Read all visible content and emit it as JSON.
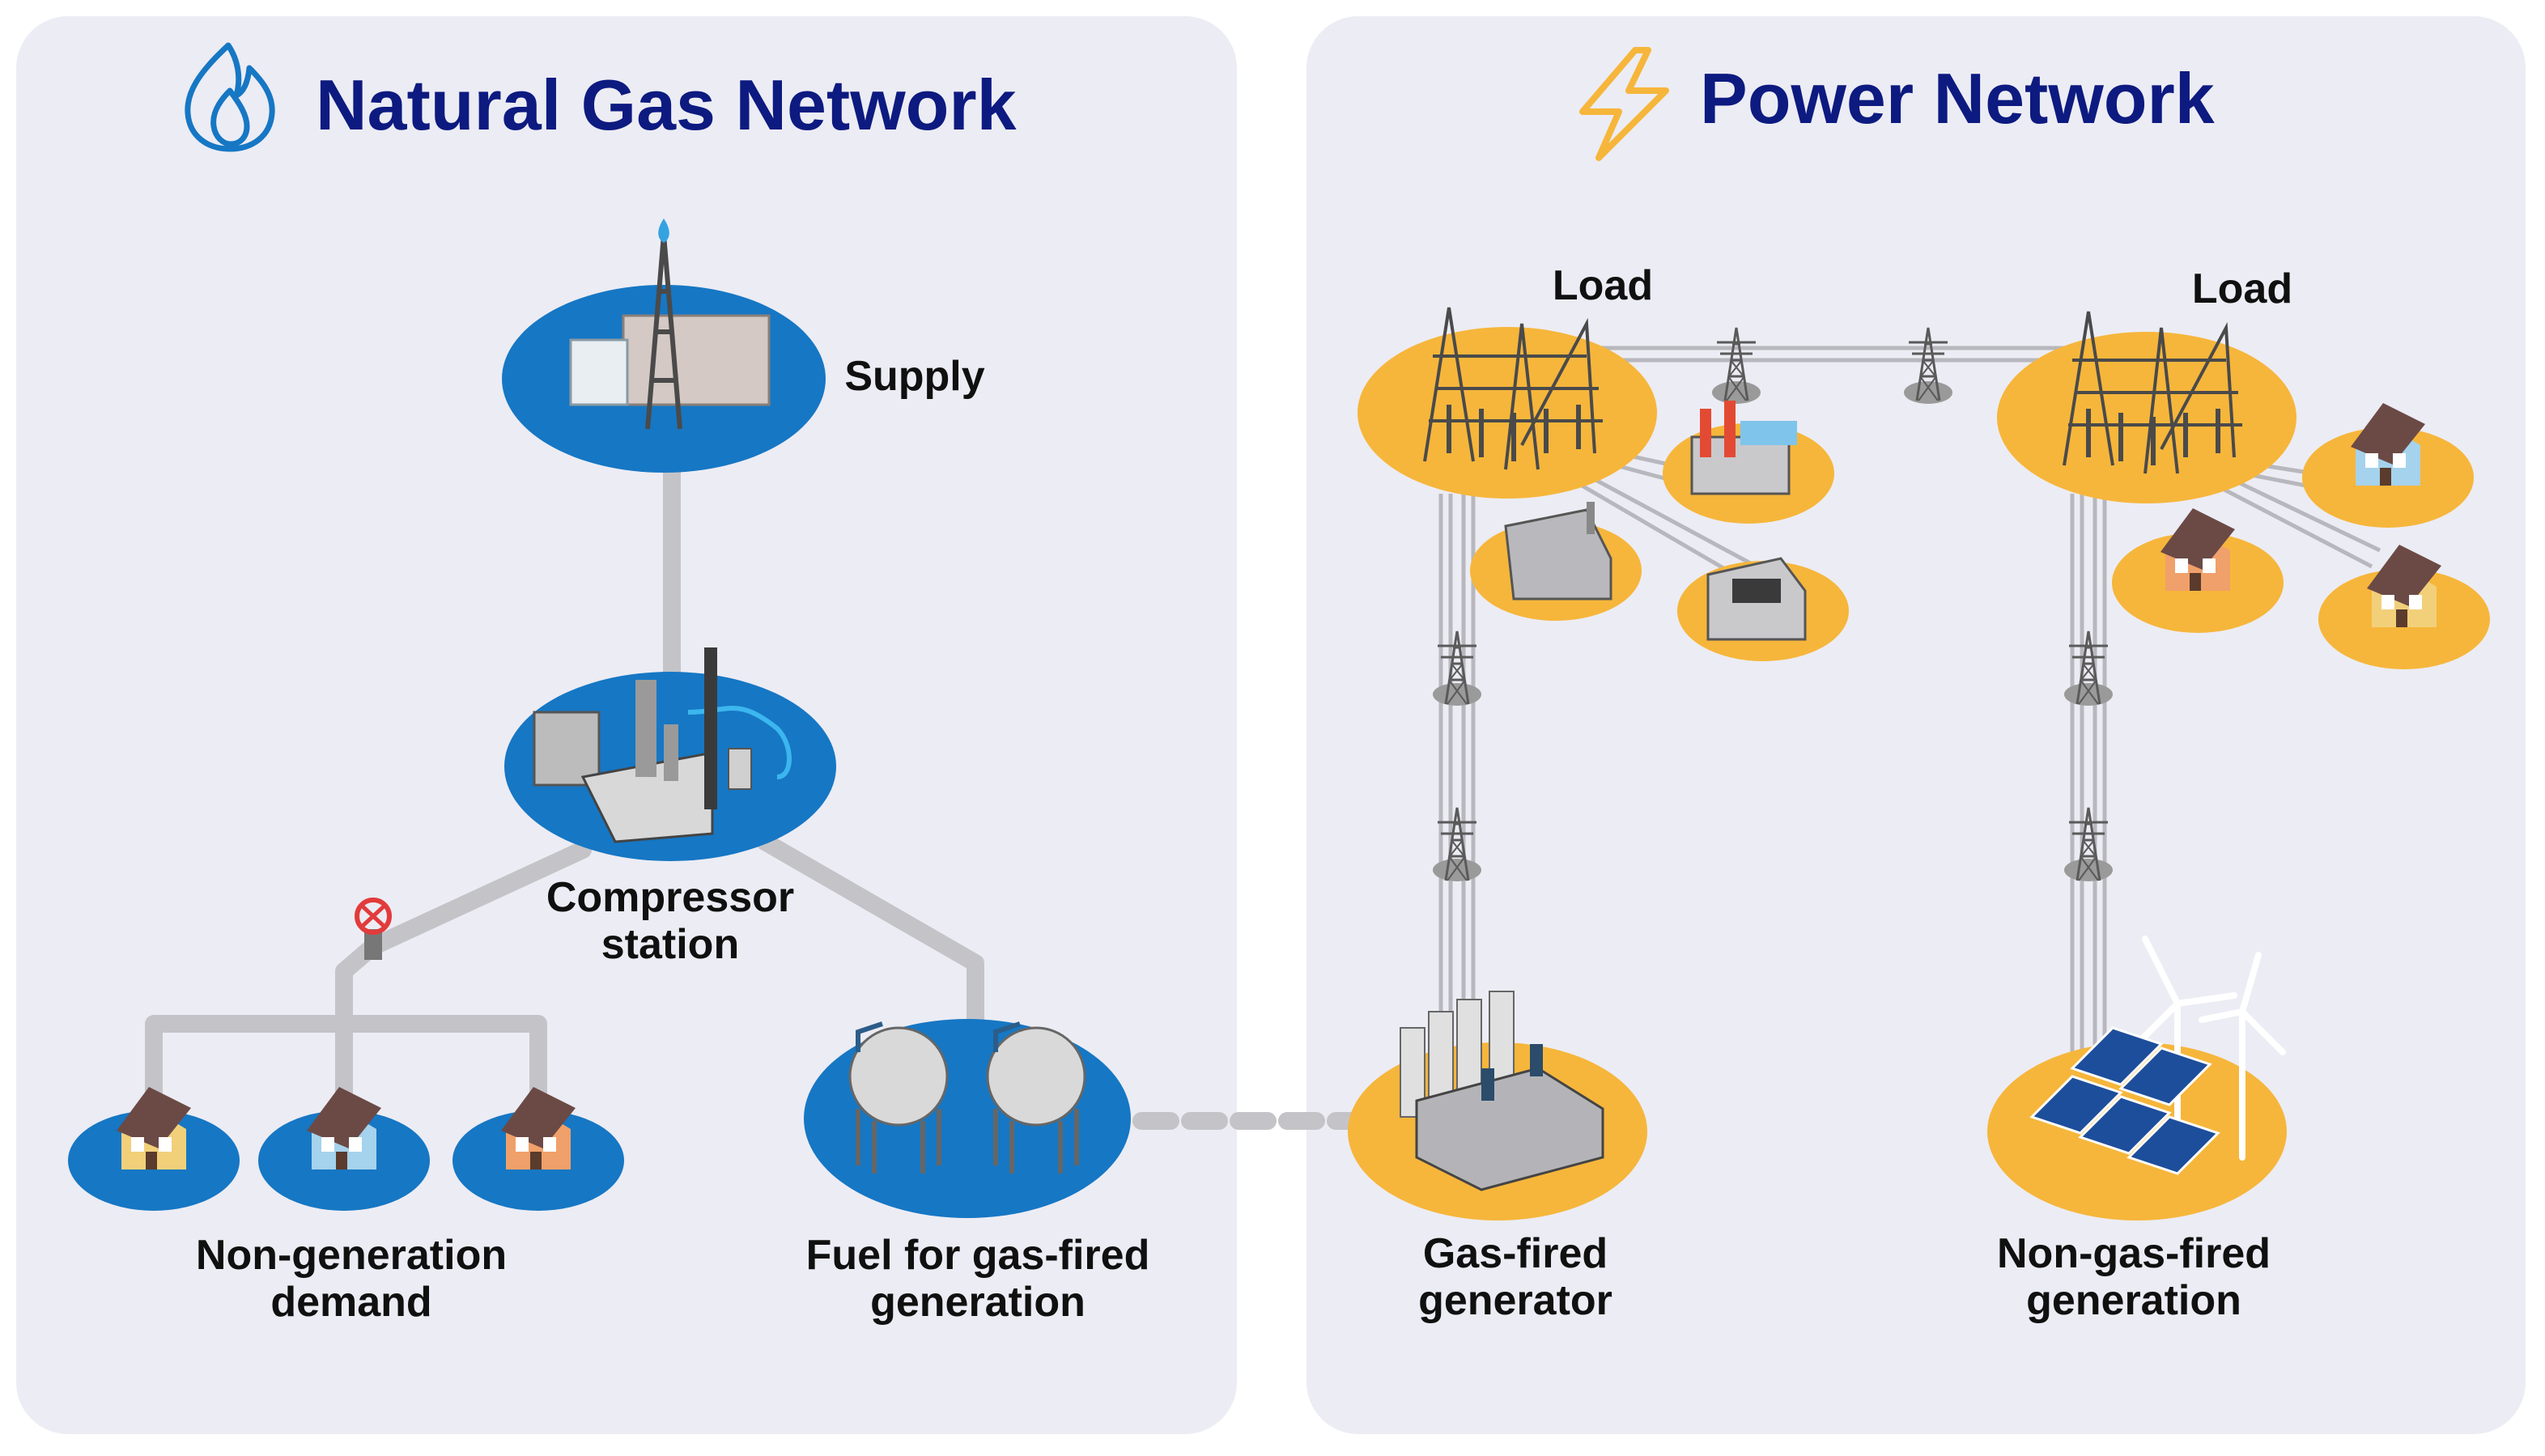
{
  "colors": {
    "panel_bg": "#ececf4",
    "gas_blue": "#1677c4",
    "power_orange": "#f6b63b",
    "title_navy": "#0d1a80",
    "pipe_gray": "#c4c4c8",
    "wire_gray": "#b7b7bd"
  },
  "icons": {
    "gas_title": "flame-icon",
    "power_title": "lightning-bolt-icon"
  },
  "gas_network": {
    "title": "Natural Gas Network",
    "nodes": {
      "supply": "Supply",
      "compressor": [
        "Compressor",
        "station"
      ],
      "non_generation_demand": [
        "Non-generation",
        "demand"
      ],
      "fuel": [
        "Fuel for gas-fired",
        "generation"
      ]
    }
  },
  "power_network": {
    "title": "Power Network",
    "nodes": {
      "load_left": "Load",
      "load_right": "Load",
      "gas_fired_generator": [
        "Gas-fired",
        "generator"
      ],
      "non_gas_fired_generation": [
        "Non-gas-fired",
        "generation"
      ]
    }
  }
}
